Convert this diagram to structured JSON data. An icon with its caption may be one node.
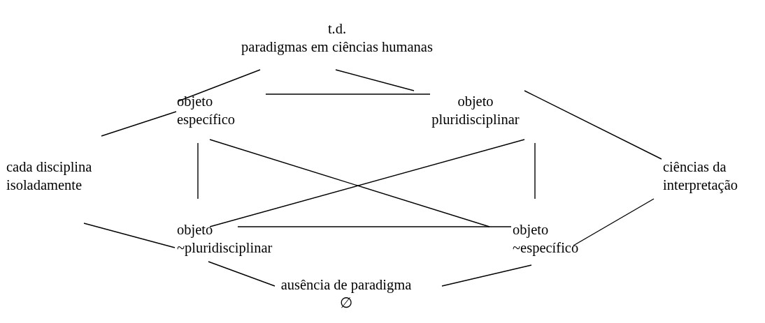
{
  "diagram": {
    "nodes": [
      {
        "text": [
          "t.d.",
          "paradigmas em ciências humanas"
        ]
      },
      {
        "text": [
          "objeto específico"
        ]
      },
      {
        "text": [
          "objeto pluridisciplinar"
        ]
      },
      {
        "text": [
          "cada disciplina isoladamente"
        ]
      },
      {
        "text": [
          "ciências da interpretação"
        ]
      },
      {
        "text": [
          "objeto ~pluridisciplinar"
        ]
      },
      {
        "text": [
          "objeto ~específico"
        ]
      },
      {
        "text": [
          "ausência de paradigma",
          "∅"
        ]
      }
    ],
    "edges": [
      {
        "from": 0,
        "to": 1,
        "arrow": "none"
      },
      {
        "from": 0,
        "to": 2,
        "arrow": "none"
      },
      {
        "from": 1,
        "to": 2,
        "arrow": "none"
      },
      {
        "from": 3,
        "to": 1,
        "arrow": "none"
      },
      {
        "from": 2,
        "to": 4,
        "arrow": "none"
      },
      {
        "from": 1,
        "to": 5,
        "arrow": "none"
      },
      {
        "from": 1,
        "to": 6,
        "arrow": "none"
      },
      {
        "from": 2,
        "to": 5,
        "arrow": "none"
      },
      {
        "from": 2,
        "to": 6,
        "arrow": "none"
      },
      {
        "from": 3,
        "to": 5,
        "arrow": "none"
      },
      {
        "from": 4,
        "to": 6,
        "arrow": "none"
      },
      {
        "from": 5,
        "to": 6,
        "arrow": "none"
      },
      {
        "from": 5,
        "to": 7,
        "arrow": "none"
      },
      {
        "from": 6,
        "to": 7,
        "arrow": "none"
      }
    ]
  }
}
